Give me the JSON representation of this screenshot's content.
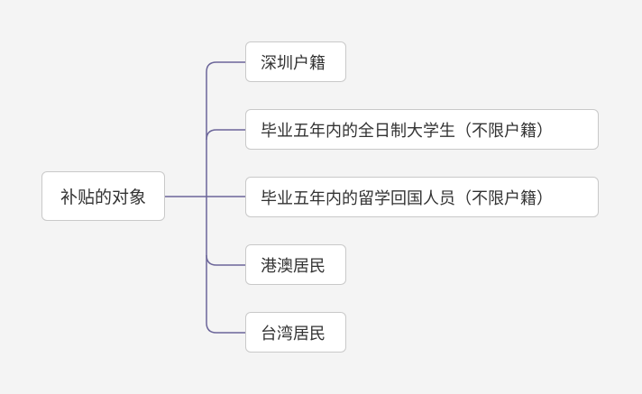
{
  "mindmap": {
    "root": {
      "label": "补贴的对象"
    },
    "children": [
      {
        "label": "深圳户籍"
      },
      {
        "label": "毕业五年内的全日制大学生（不限户籍）"
      },
      {
        "label": "毕业五年内的留学回国人员（不限户籍）"
      },
      {
        "label": "港澳居民"
      },
      {
        "label": "台湾居民"
      }
    ]
  },
  "colors": {
    "background": "#f4f4f4",
    "connector": "#6b6599",
    "node_border": "#c9c9c9",
    "node_fill": "#ffffff",
    "text": "#333333"
  }
}
